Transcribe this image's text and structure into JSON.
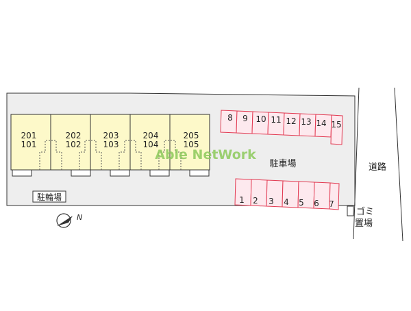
{
  "site": {
    "units": [
      {
        "upper": "201",
        "lower": "101"
      },
      {
        "upper": "202",
        "lower": "102"
      },
      {
        "upper": "203",
        "lower": "103"
      },
      {
        "upper": "204",
        "lower": "104"
      },
      {
        "upper": "205",
        "lower": "105"
      }
    ],
    "parking_label": "駐車場",
    "parking_top_row": [
      "8",
      "9",
      "10",
      "11",
      "12",
      "13",
      "14",
      "15"
    ],
    "parking_bottom_row": [
      "1",
      "2",
      "3",
      "4",
      "5",
      "6",
      "7"
    ],
    "bicycle_label": "駐輪場",
    "road_label": "道路",
    "garbage_label_line1": "ゴミ",
    "garbage_label_line2": "置場",
    "watermark": "Able NetWork",
    "compass_letter": "N"
  },
  "colors": {
    "ground": "#eeeeee",
    "building": "#fdf9c9",
    "parking_space": "#fde9ee",
    "parking_stroke": "#e23a52",
    "watermark": "#8cc95a",
    "line": "#333333"
  }
}
